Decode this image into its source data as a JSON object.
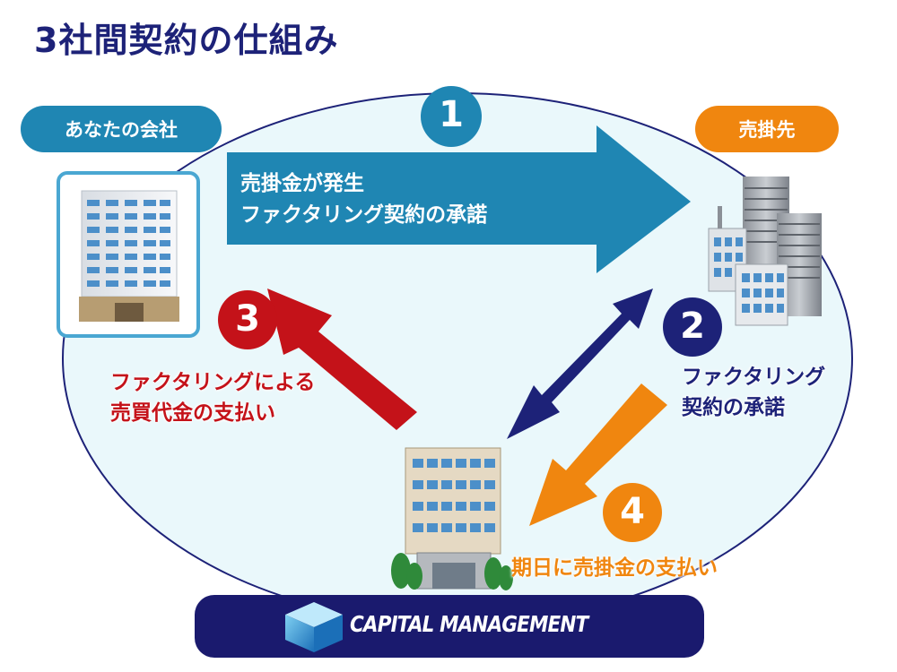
{
  "title": "3社間契約の仕組み",
  "parties": {
    "you": "あなたの会社",
    "receivable_dest": "売掛先"
  },
  "steps": [
    {
      "num": "1",
      "text_lines": [
        "売掛金が発生",
        "ファクタリング契約の承諾"
      ],
      "color": "#1f86b3"
    },
    {
      "num": "2",
      "text_lines": [
        "ファクタリング",
        "契約の承諾"
      ],
      "color": "#1d2278"
    },
    {
      "num": "3",
      "text_lines": [
        "ファクタリングによる",
        "売買代金の支払い"
      ],
      "color": "#c41219"
    },
    {
      "num": "4",
      "text_lines": [
        "期日に売掛金の支払い"
      ],
      "color": "#f0860f"
    }
  ],
  "company_logo": {
    "name": "CAPITAL MANAGEMENT",
    "bar_color": "#1a1a6e"
  },
  "colors": {
    "ellipse_fill": "#eaf8fb",
    "ellipse_stroke": "#1d2278",
    "title": "#1d2278"
  }
}
